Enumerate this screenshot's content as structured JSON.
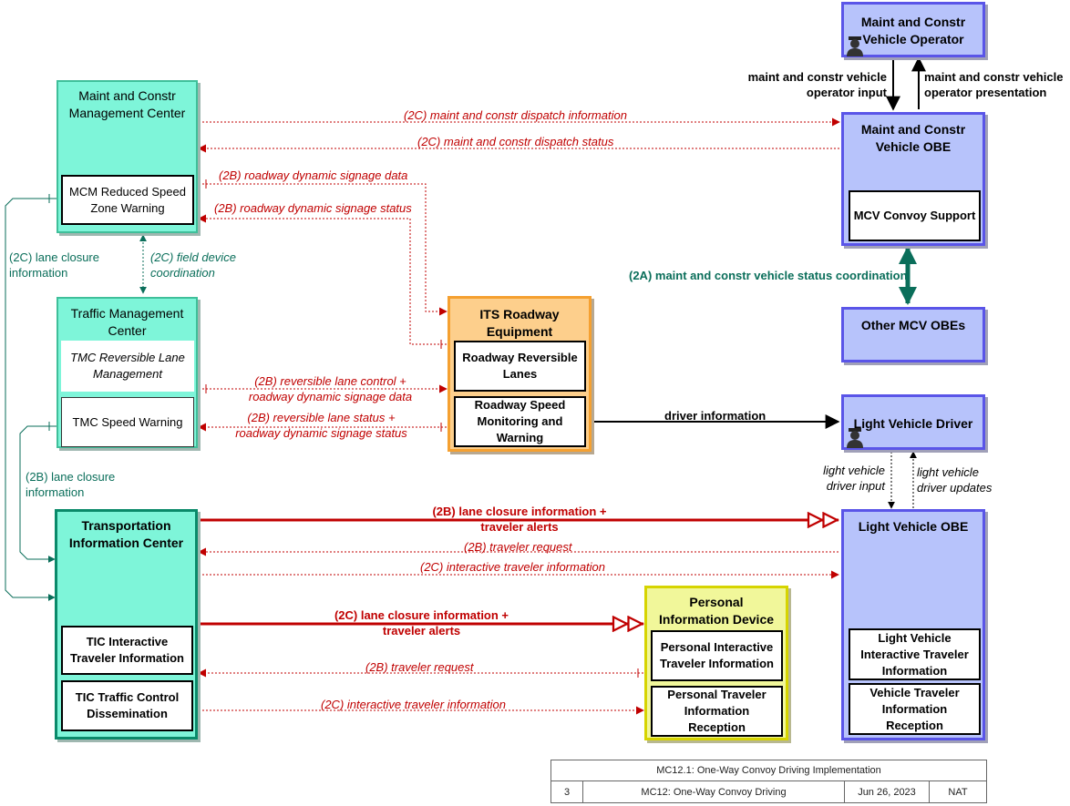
{
  "nodes": {
    "mcm": {
      "title": "Maint and Constr Management Center",
      "line1": "Maint and Constr",
      "line2": "Management Center",
      "sub": "MCM Reduced Speed Zone Warning",
      "sub1": "MCM Reduced Speed",
      "sub2": "Zone Warning"
    },
    "tmc": {
      "line1": "Traffic Management",
      "line2": "Center",
      "sub_a1": "TMC Reversible Lane",
      "sub_a2": "Management",
      "sub_b": "TMC Speed Warning"
    },
    "tic": {
      "line1": "Transportation",
      "line2": "Information Center",
      "sub_a1": "TIC Interactive",
      "sub_a2": "Traveler Information",
      "sub_b1": "TIC Traffic Control",
      "sub_b2": "Dissemination"
    },
    "its": {
      "line1": "ITS Roadway",
      "line2": "Equipment",
      "sub_a1": "Roadway Reversible",
      "sub_a2": "Lanes",
      "sub_b1": "Roadway Speed",
      "sub_b2": "Monitoring and",
      "sub_b3": "Warning"
    },
    "pid": {
      "line1": "Personal",
      "line2": "Information Device",
      "sub_a1": "Personal Interactive",
      "sub_a2": "Traveler Information",
      "sub_b1": "Personal Traveler",
      "sub_b2": "Information",
      "sub_b3": "Reception"
    },
    "mcv_op": {
      "line1": "Maint and Constr",
      "line2": "Vehicle Operator"
    },
    "mcv_obe": {
      "line1": "Maint and Constr",
      "line2": "Vehicle OBE",
      "sub": "MCV Convoy Support"
    },
    "other_mcv": {
      "title": "Other MCV OBEs"
    },
    "lv_driver": {
      "title": "Light Vehicle Driver"
    },
    "lv_obe": {
      "title": "Light Vehicle OBE",
      "sub_a1": "Light Vehicle",
      "sub_a2": "Interactive Traveler",
      "sub_a3": "Information",
      "sub_b1": "Vehicle Traveler",
      "sub_b2": "Information",
      "sub_b3": "Reception"
    }
  },
  "flows": {
    "f1": "(2C) maint and constr dispatch information",
    "f2": "(2C) maint and constr dispatch status",
    "f3": "(2B) roadway dynamic signage data",
    "f4": "(2B) roadway dynamic signage status",
    "f5a": "(2C) lane closure",
    "f5b": "information",
    "f6a": "(2C) field device",
    "f6b": "coordination",
    "f7": "(2A) maint and constr vehicle status coordination",
    "f8a": "(2B) reversible lane control +",
    "f8b": "roadway dynamic signage data",
    "f9a": "(2B) reversible lane status +",
    "f9b": "roadway dynamic signage status",
    "f10": "driver information",
    "f11a": "(2B) lane closure",
    "f11b": "information",
    "f12a": "(2B) lane closure information +",
    "f12b": "traveler alerts",
    "f13": "(2B) traveler request",
    "f14": "(2C) interactive traveler information",
    "f15a": "(2C) lane closure information +",
    "f15b": "traveler alerts",
    "f16": "(2B) traveler request",
    "f17": "(2C) interactive traveler information",
    "f18a": "maint and constr vehicle",
    "f18b": "operator input",
    "f19a": "maint and constr vehicle",
    "f19b": "operator presentation",
    "f20a": "light vehicle",
    "f20b": "driver input",
    "f21a": "light vehicle",
    "f21b": "driver updates"
  },
  "title_block": {
    "title": "MC12.1: One-Way Convoy Driving Implementation",
    "page": "3",
    "package": "MC12: One-Way Convoy Driving",
    "date": "Jun 26, 2023",
    "scope": "NAT"
  },
  "colors": {
    "center_fill": "#7ef5d9",
    "vehicle_fill": "#b7c3fb",
    "field_fill": "#fdcf8c",
    "pid_fill": "#f1f79a",
    "flow_red": "#c00000",
    "flow_green": "#0a6e5a"
  },
  "icons": [
    "person-icon"
  ]
}
